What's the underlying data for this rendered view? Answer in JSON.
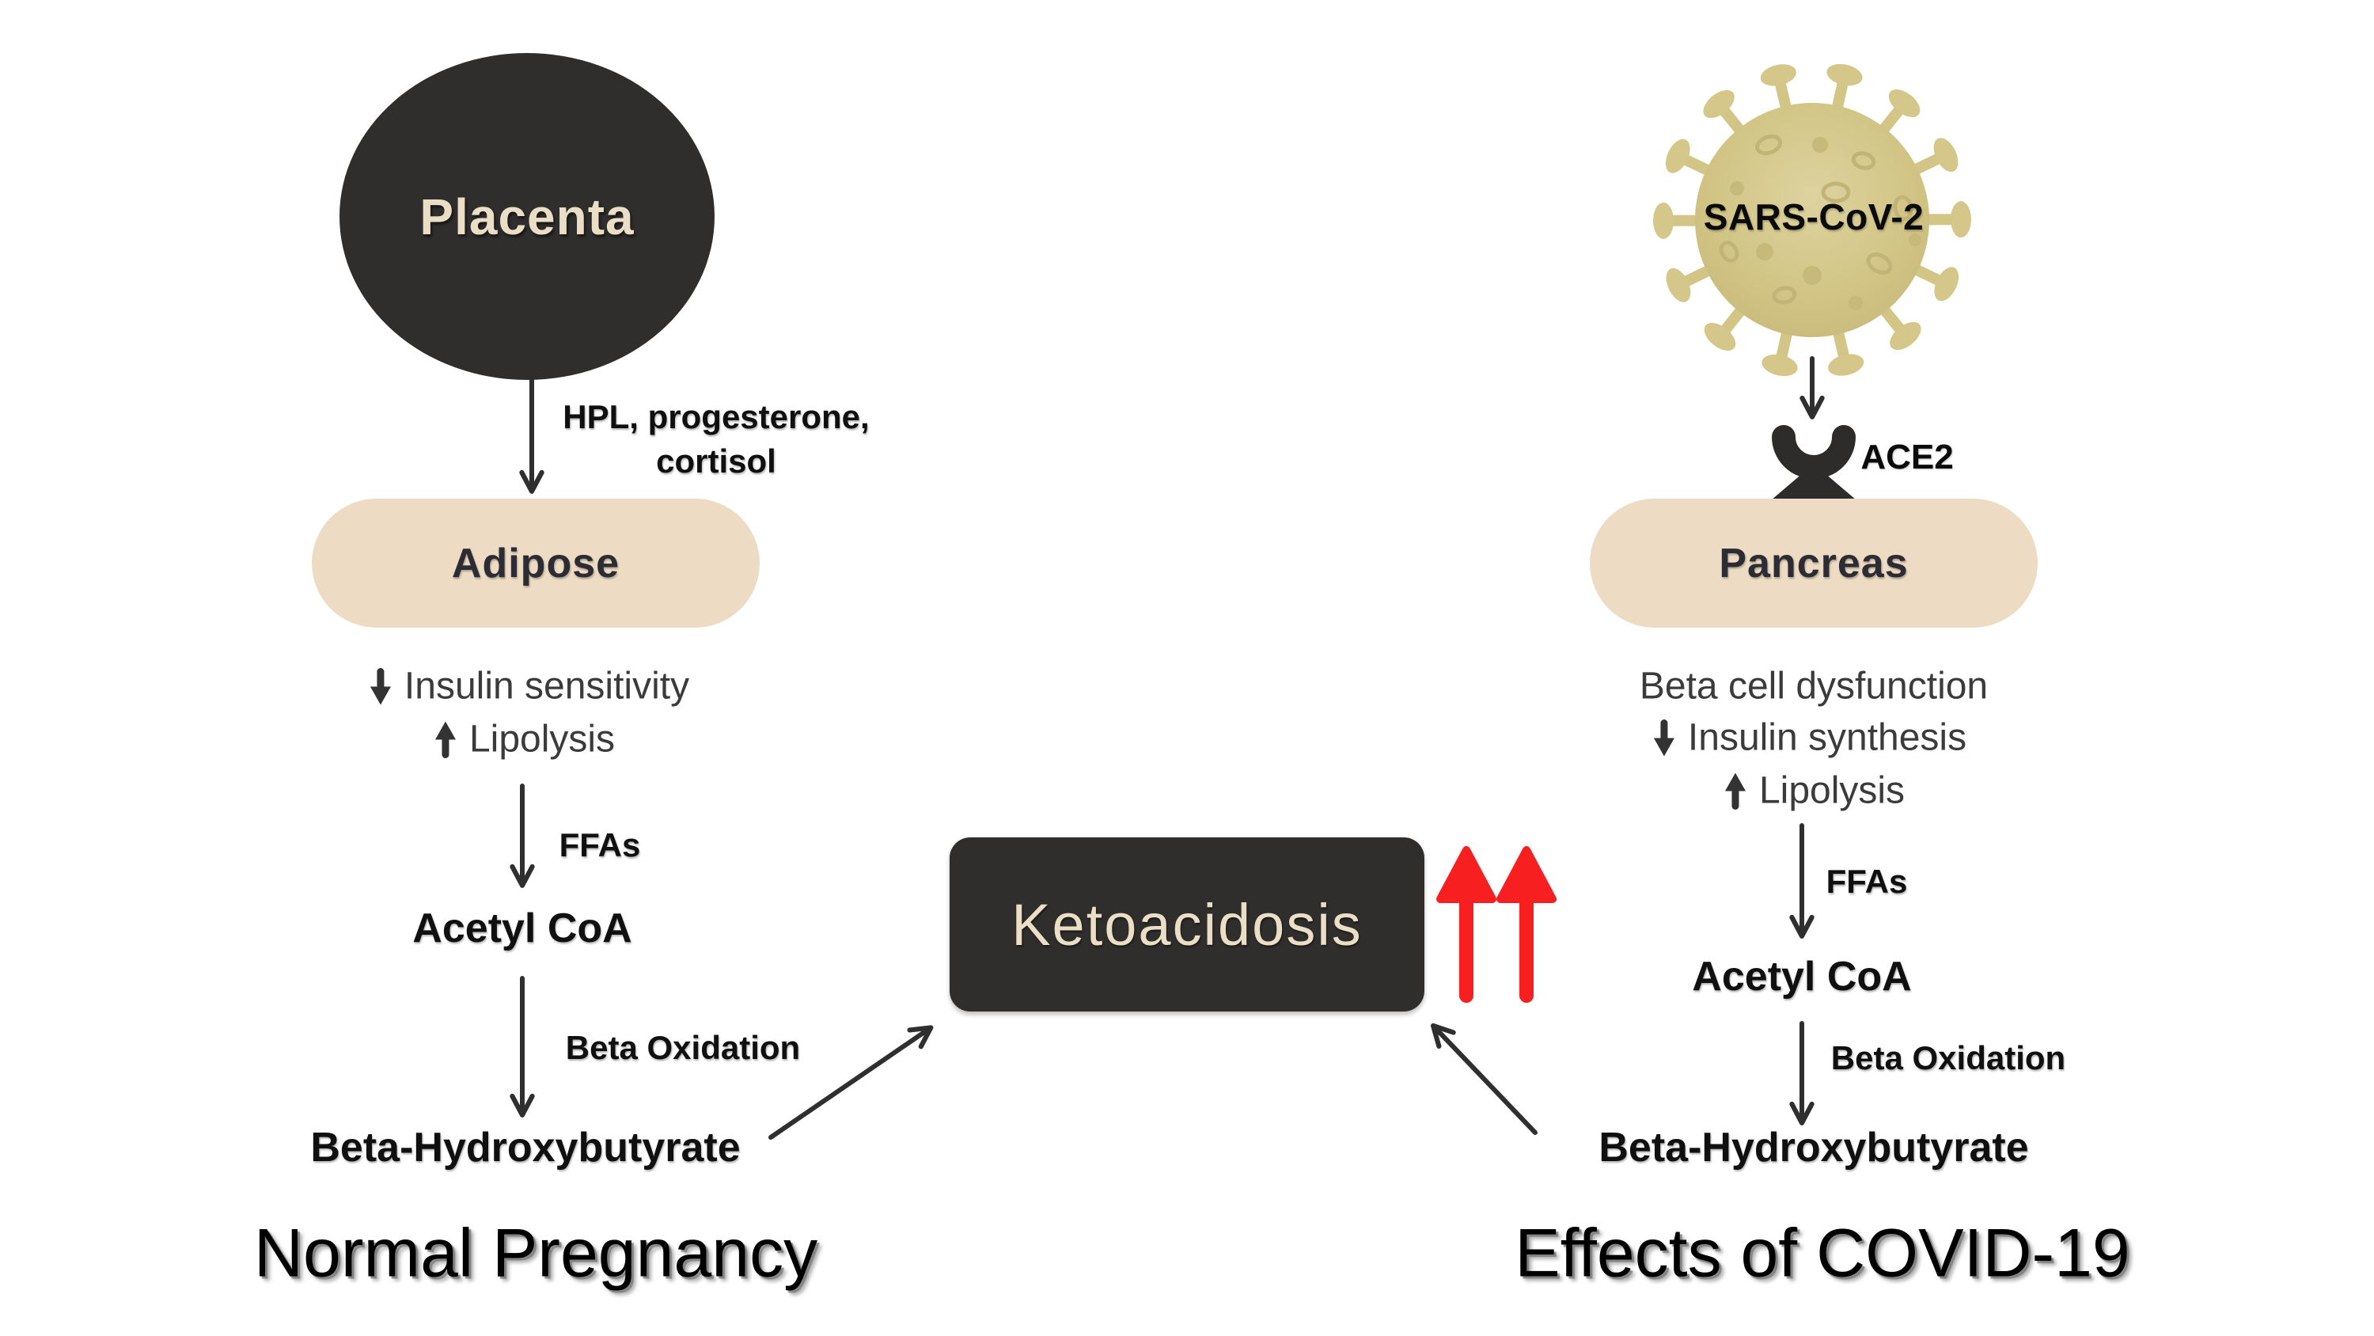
{
  "colors": {
    "background": "#ffffff",
    "dark_shape": "#302e2d",
    "cream_text": "#eadfc6",
    "tan_box": "#eddcc3",
    "box_text": "#2d2c34",
    "label_text": "#101010",
    "light_text": "#3b3b3b",
    "arrow": "#2f2f2f",
    "red_arrow": "#f71f1f",
    "virus_body": "#d2c586",
    "virus_detail": "#c2b476",
    "title_text": "#000000"
  },
  "left_pathway": {
    "organ": "Placenta",
    "hormones": [
      "HPL, progesterone,",
      "cortisol"
    ],
    "tissue": "Adipose",
    "effects": [
      {
        "direction": "decrease",
        "label": "Insulin sensitivity"
      },
      {
        "direction": "increase",
        "label": "Lipolysis"
      }
    ],
    "ffa_label": "FFAs",
    "acetyl_coa": "Acetyl CoA",
    "beta_oxidation": "Beta Oxidation",
    "bhb": "Beta-Hydroxybutyrate",
    "title": "Normal Pregnancy"
  },
  "center": {
    "outcome": "Ketoacidosis"
  },
  "right_pathway": {
    "virus": "SARS-CoV-2",
    "receptor": "ACE2",
    "organ": "Pancreas",
    "effects": [
      {
        "direction": "none",
        "label": "Beta cell dysfunction"
      },
      {
        "direction": "decrease",
        "label": "Insulin synthesis"
      },
      {
        "direction": "increase",
        "label": "Lipolysis"
      }
    ],
    "ffa_label": "FFAs",
    "acetyl_coa": "Acetyl CoA",
    "beta_oxidation": "Beta Oxidation",
    "bhb": "Beta-Hydroxybutyrate",
    "title": "Effects of COVID-19"
  }
}
